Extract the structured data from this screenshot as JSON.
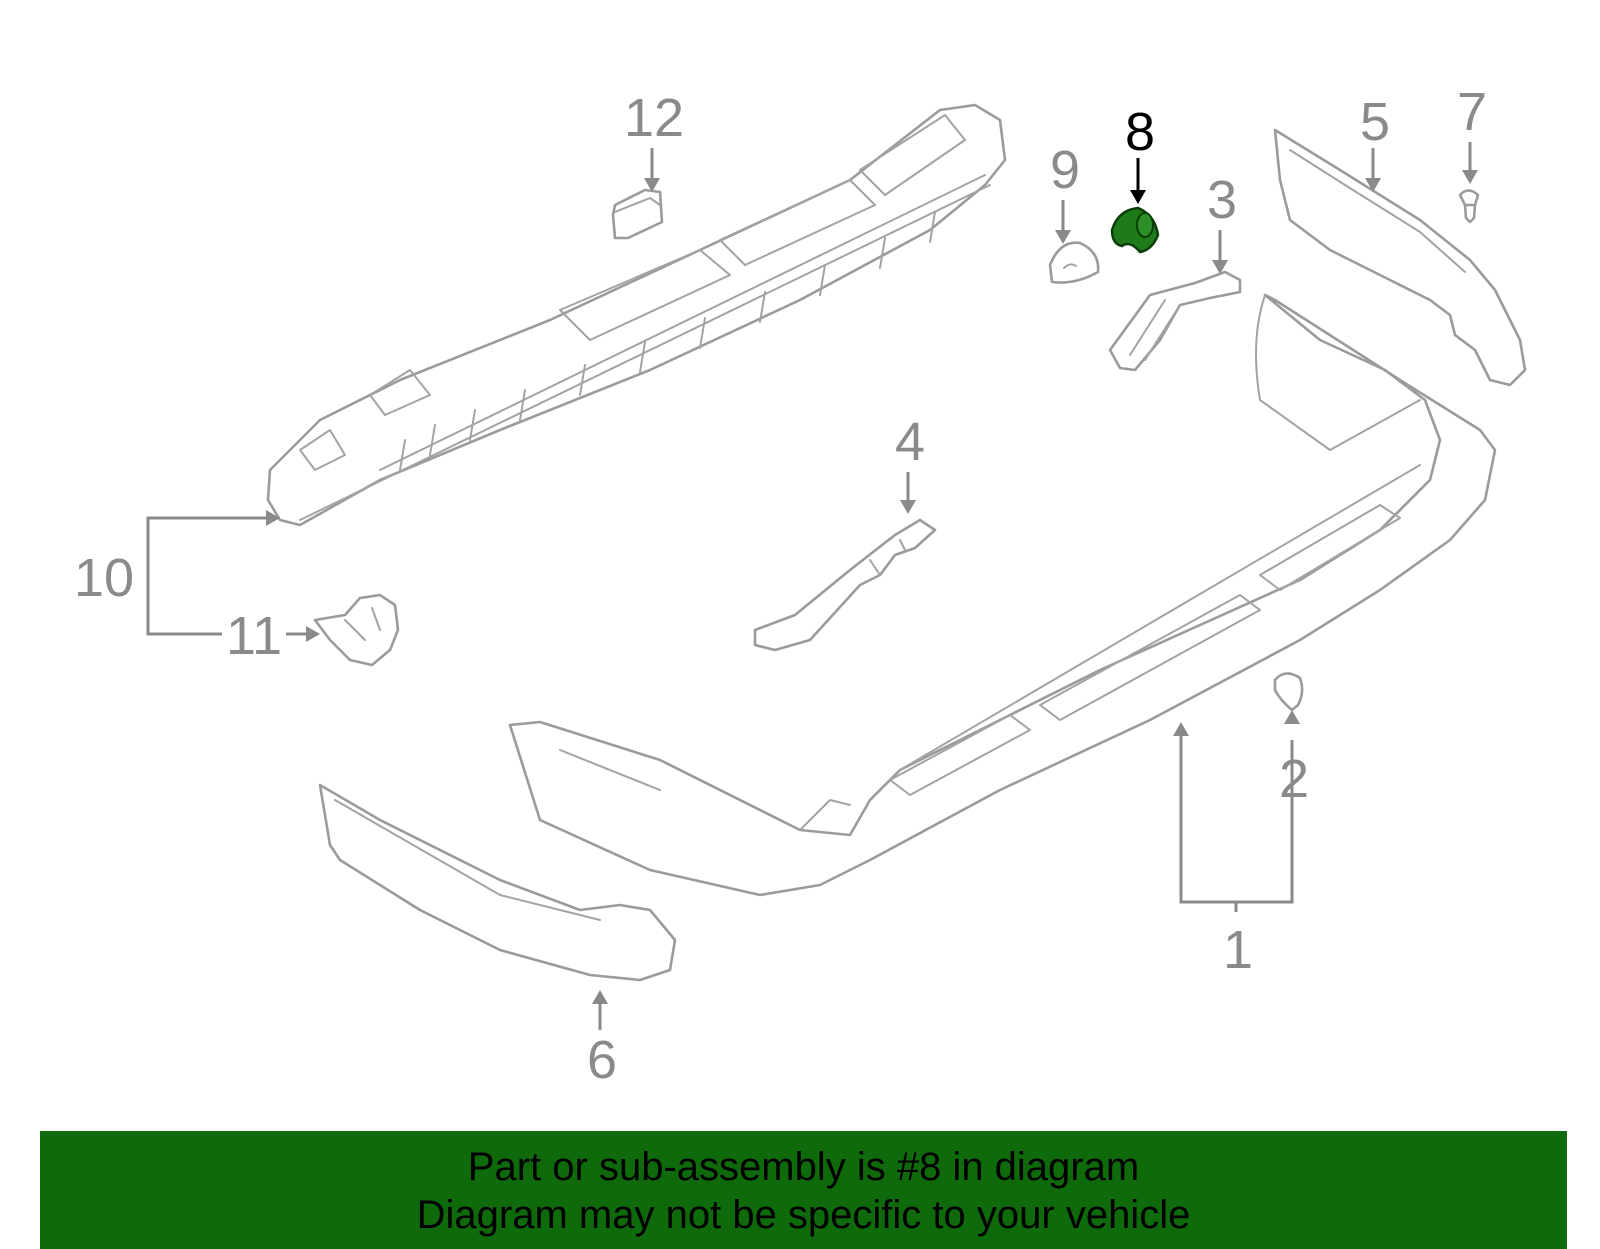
{
  "callouts": {
    "c1": "1",
    "c2": "2",
    "c3": "3",
    "c4": "4",
    "c5": "5",
    "c6": "6",
    "c7": "7",
    "c8": "8",
    "c9": "9",
    "c10": "10",
    "c11": "11",
    "c12": "12"
  },
  "highlighted_part": "8",
  "colors": {
    "highlight_fill": "#1f7a1a",
    "banner_background": "#0e6a0a",
    "part_stroke": "#9b9b9b"
  },
  "banner": {
    "line1": "Part or sub-assembly is #8 in diagram",
    "line2": "Diagram may not be specific to your vehicle"
  }
}
